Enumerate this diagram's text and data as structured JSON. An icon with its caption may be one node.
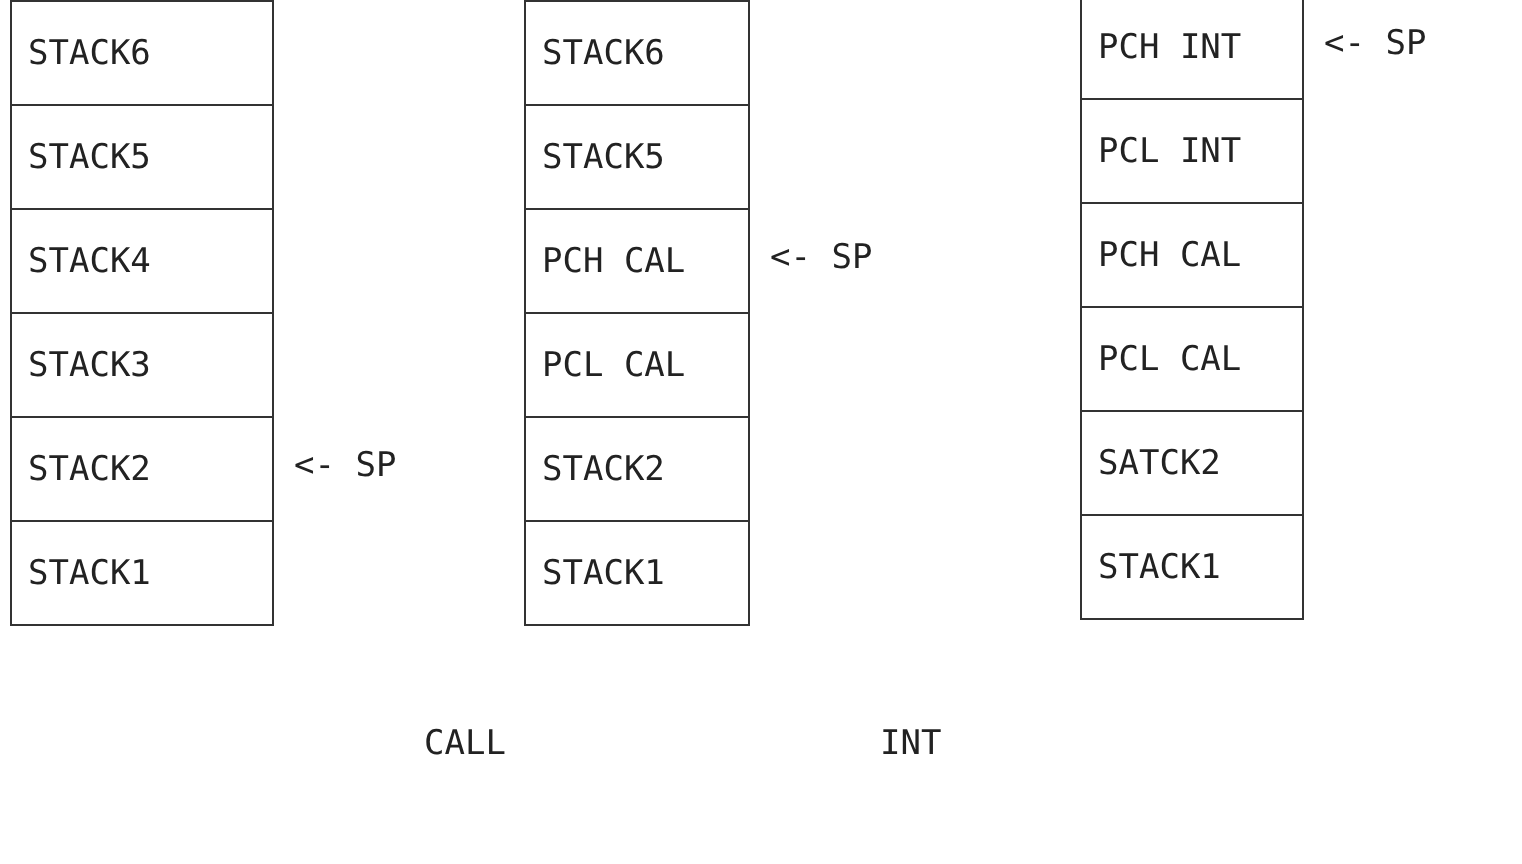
{
  "diagram": {
    "nodes": [
      {
        "text": [
          "STACK6"
        ]
      },
      {
        "text": [
          "STACK5"
        ]
      },
      {
        "text": [
          "STACK4"
        ]
      },
      {
        "text": [
          "STACK3"
        ]
      },
      {
        "text": [
          "STACK2"
        ],
        "beside": [
          "<- SP"
        ]
      },
      {
        "text": [
          "STACK1"
        ]
      },
      {
        "text": [
          "STACK6"
        ]
      },
      {
        "text": [
          "STACK5"
        ]
      },
      {
        "text": [
          "PCH CAL"
        ],
        "beside": [
          "<- SP"
        ]
      },
      {
        "text": [
          "PCL CAL"
        ]
      },
      {
        "text": [
          "STACK2"
        ]
      },
      {
        "text": [
          "STACK1"
        ]
      },
      {
        "text": [
          "PCH INT"
        ],
        "beside": [
          "<- SP"
        ]
      },
      {
        "text": [
          "PCL INT"
        ]
      },
      {
        "text": [
          "PCH CAL"
        ]
      },
      {
        "text": [
          "PCL CAL"
        ]
      },
      {
        "text": [
          "SATCK2"
        ]
      },
      {
        "text": [
          "STACK1"
        ]
      }
    ],
    "edges": [],
    "labels": [
      "CALL",
      "INT"
    ]
  }
}
